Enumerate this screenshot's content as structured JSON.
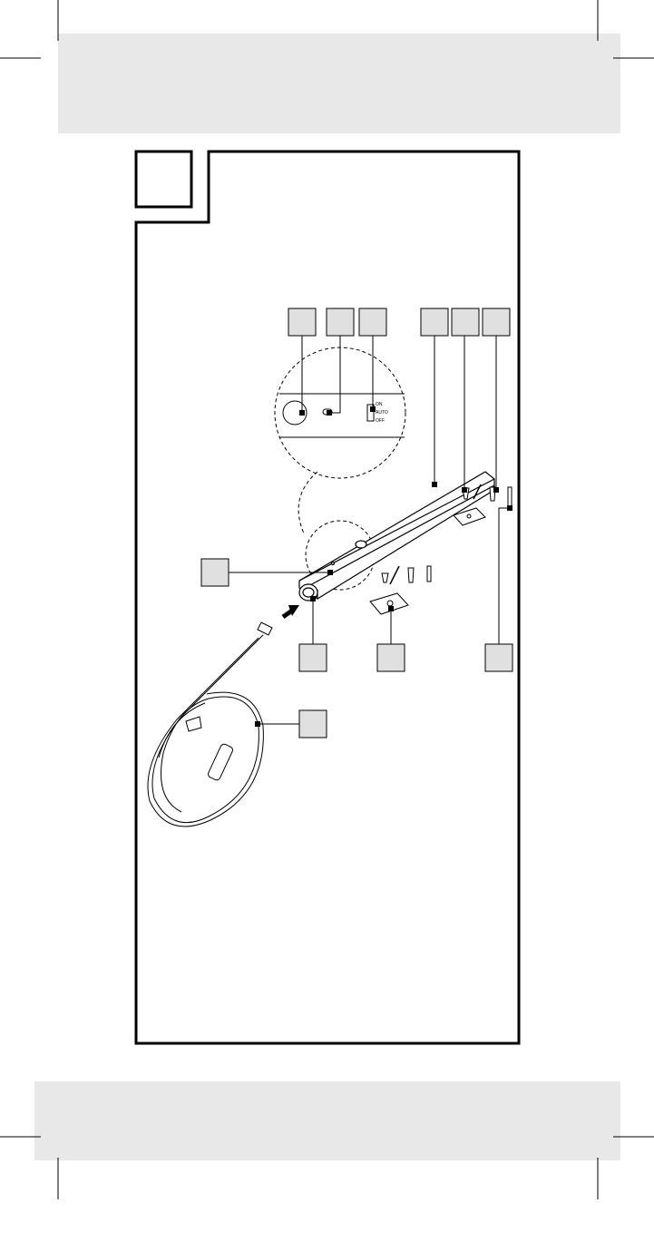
{
  "switch_labels": {
    "on": "ON",
    "auto": "AUTO",
    "off": "OFF"
  },
  "colors": {
    "band": "#e8e8e8",
    "line": "#000000",
    "callout_fill": "#e0e0e0"
  }
}
